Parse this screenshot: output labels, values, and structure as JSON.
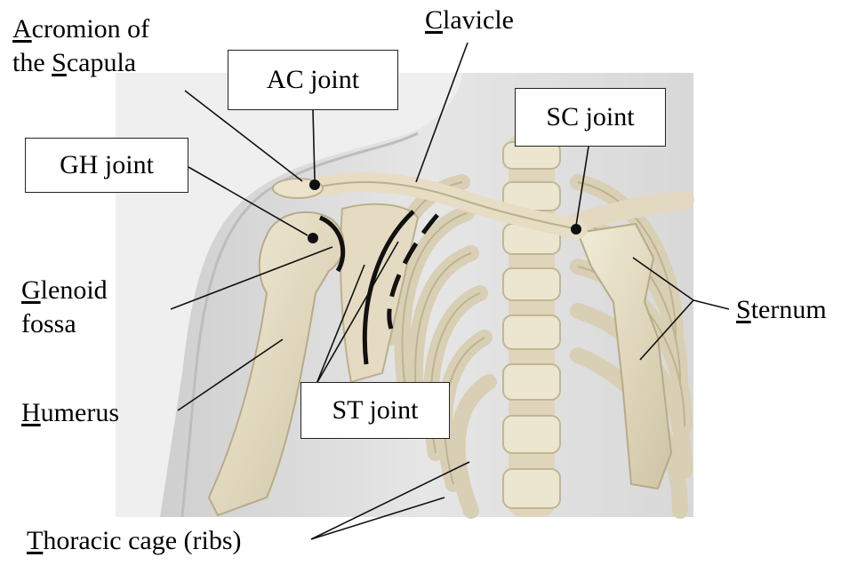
{
  "labels": {
    "acromion": {
      "first": "A",
      "rest1": "cromion of",
      "line2_pre": "the ",
      "line2_u": "S",
      "line2_rest": "capula"
    },
    "clavicle": {
      "first": "C",
      "rest": "lavicle"
    },
    "glenoid": {
      "first": "G",
      "rest1": "lenoid",
      "line2": "fossa"
    },
    "humerus": {
      "first": "H",
      "rest": "umerus"
    },
    "sternum": {
      "first": "S",
      "rest": "ternum"
    },
    "thoracic": {
      "first": "T",
      "rest": "horacic cage (ribs)"
    }
  },
  "boxes": {
    "ac_joint": "AC joint",
    "sc_joint": "SC joint",
    "gh_joint": "GH joint",
    "st_joint": "ST joint"
  },
  "colors": {
    "skin": "#dcdcdc",
    "background_panel": "#f0f0f0",
    "bone": "#e8e0c8",
    "bone_shade": "#c9bd9c",
    "joint_arc": "#111111"
  }
}
